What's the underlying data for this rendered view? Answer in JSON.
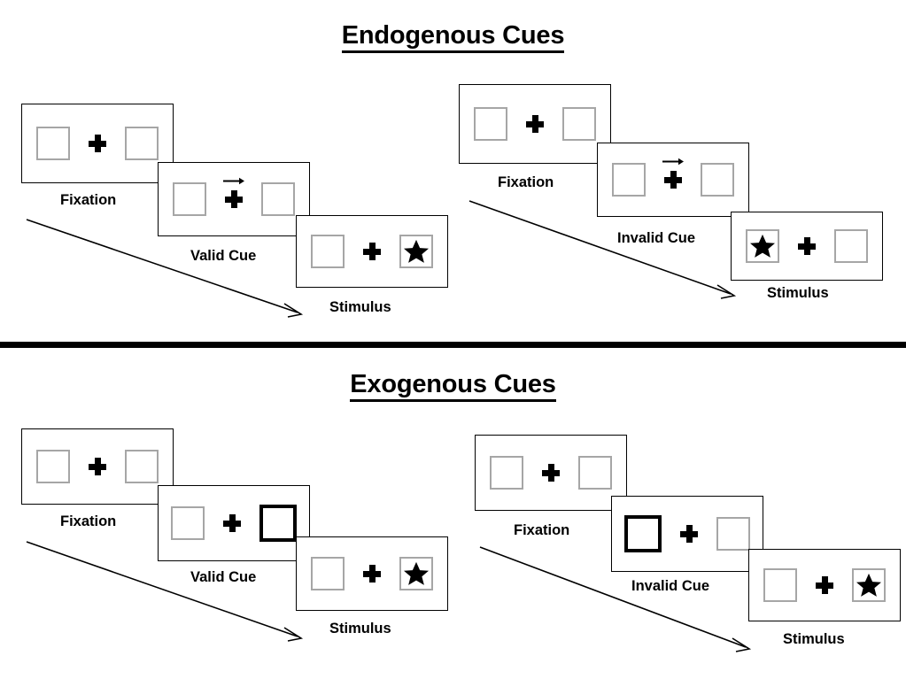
{
  "page": {
    "background": "#ffffff",
    "accent_black": "#000000",
    "box_border_gray": "#a6a6a6",
    "cued_box_border": "#000000"
  },
  "divider": {
    "name": "section-divider",
    "color": "#000000"
  },
  "sections": [
    {
      "id": "endogenous",
      "title": "Endogenous Cues",
      "sequences": [
        {
          "id": "endogenous-valid",
          "cue_type": "arrow",
          "panels": [
            {
              "label": "Fixation",
              "stage": "fixation",
              "cue": "none",
              "left_content": "empty",
              "right_content": "empty"
            },
            {
              "label": "Valid Cue",
              "stage": "cue",
              "cue": "arrow-right",
              "left_content": "empty",
              "right_content": "empty"
            },
            {
              "label": "Stimulus",
              "stage": "stimulus",
              "cue": "none",
              "left_content": "empty",
              "right_content": "star"
            }
          ]
        },
        {
          "id": "endogenous-invalid",
          "cue_type": "arrow",
          "panels": [
            {
              "label": "Fixation",
              "stage": "fixation",
              "cue": "none",
              "left_content": "empty",
              "right_content": "empty"
            },
            {
              "label": "Invalid Cue",
              "stage": "cue",
              "cue": "arrow-right",
              "left_content": "empty",
              "right_content": "empty"
            },
            {
              "label": "Stimulus",
              "stage": "stimulus",
              "cue": "none",
              "left_content": "star",
              "right_content": "empty"
            }
          ]
        }
      ]
    },
    {
      "id": "exogenous",
      "title": "Exogenous Cues",
      "sequences": [
        {
          "id": "exogenous-valid",
          "cue_type": "box-highlight",
          "panels": [
            {
              "label": "Fixation",
              "stage": "fixation",
              "cue": "none",
              "left_content": "empty",
              "right_content": "empty"
            },
            {
              "label": "Valid Cue",
              "stage": "cue",
              "cue": "box-right",
              "left_content": "empty",
              "right_content": "empty"
            },
            {
              "label": "Stimulus",
              "stage": "stimulus",
              "cue": "none",
              "left_content": "empty",
              "right_content": "star"
            }
          ]
        },
        {
          "id": "exogenous-invalid",
          "cue_type": "box-highlight",
          "panels": [
            {
              "label": "Fixation",
              "stage": "fixation",
              "cue": "none",
              "left_content": "empty",
              "right_content": "empty"
            },
            {
              "label": "Invalid Cue",
              "stage": "cue",
              "cue": "box-left",
              "left_content": "empty",
              "right_content": "empty"
            },
            {
              "label": "Stimulus",
              "stage": "stimulus",
              "cue": "none",
              "left_content": "empty",
              "right_content": "star"
            }
          ]
        }
      ]
    }
  ],
  "icons": {
    "fixation_cross": "plus-icon",
    "cue_arrow": "arrow-right-icon",
    "target": "star-icon",
    "timeline": "time-arrow-icon"
  }
}
